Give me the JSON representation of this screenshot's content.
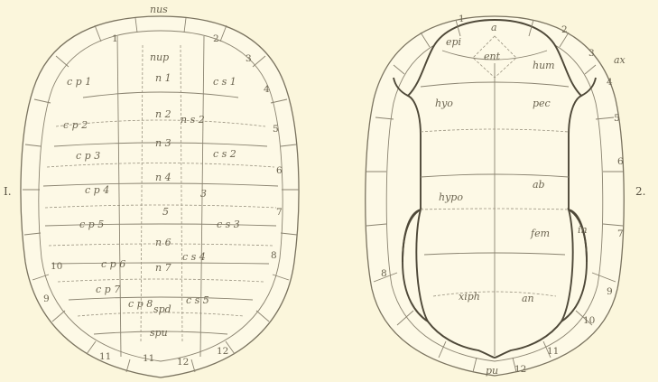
{
  "figure_numbers": {
    "left": "I.",
    "right": "2."
  },
  "carapace": {
    "labels": {
      "nus": "nus",
      "nup": "nup",
      "n1": "n 1",
      "n2": "n 2",
      "n3": "n 3",
      "n4": "n 4",
      "n5": "5",
      "n6": "n 6",
      "n7": "n 7",
      "cp1": "c p 1",
      "cp2": "c p 2",
      "cp3": "c p 3",
      "cp4": "c p 4",
      "cp5": "c p 5",
      "cp6": "c p 6",
      "cp7": "c p 7",
      "cs1": "c s 1",
      "cs2": "c s 2",
      "cs3": "c s 3",
      "cs4": "c s 4",
      "cs5": "c s 5",
      "ns2": "n s 2",
      "n3s": "3",
      "cp8": "c p 8",
      "spd": "spd",
      "spu": "spu",
      "n11": "11",
      "n12": "12"
    },
    "marginal_numbers": [
      "1",
      "2",
      "3",
      "4",
      "5",
      "6",
      "7",
      "8",
      "9",
      "10",
      "11",
      "12"
    ]
  },
  "plastron": {
    "labels": {
      "epi": "epi",
      "a": "a",
      "ent": "ent",
      "hum": "hum",
      "ax": "ax",
      "hyo": "hyo",
      "pec": "pec",
      "hypo": "hypo",
      "ab": "ab",
      "in": "in",
      "fem": "fem",
      "xiph": "xiph",
      "an": "an",
      "pu": "pu"
    },
    "marginal_numbers": [
      "1",
      "2",
      "3",
      "4",
      "5",
      "6",
      "7",
      "8",
      "9",
      "10",
      "11",
      "12"
    ]
  }
}
